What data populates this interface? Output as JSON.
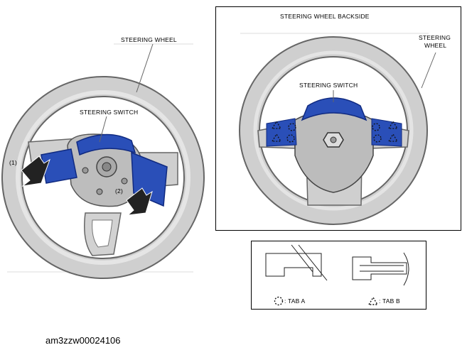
{
  "left_view": {
    "label_wheel": "STEERING WHEEL",
    "label_switch": "STEERING SWITCH",
    "marker_1": "(1)",
    "marker_2": "(2)"
  },
  "backside_view": {
    "title": "STEERING WHEEL BACKSIDE",
    "label_switch": "STEERING SWITCH",
    "label_wheel_line1": "STEERING",
    "label_wheel_line2": "WHEEL"
  },
  "legend": {
    "tab_a": ": TAB A",
    "tab_b": ": TAB B"
  },
  "figure_id": "am3zzw00024106",
  "colors": {
    "switch_blue": "#2a4fb8",
    "wheel_gray": "#c7c7c7",
    "wheel_dark": "#8a8a8a"
  }
}
